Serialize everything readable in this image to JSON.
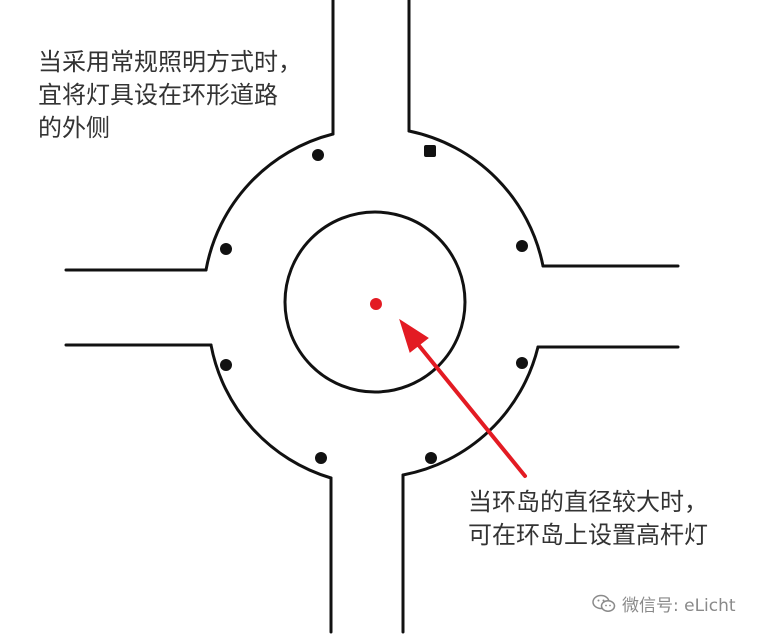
{
  "notes": {
    "outer_lights": [
      "当采用常规照明方式时，",
      "宜将灯具设在环形道路",
      "的外侧"
    ],
    "high_mast": [
      "当环岛的直径较大时，",
      "可在环岛上设置高杆灯"
    ]
  },
  "watermark": {
    "text": "微信号: eLicht",
    "icon": "wechat-icon"
  },
  "colors": {
    "road_line": "#111111",
    "lamp": "#111111",
    "high_mast": "#e31b23",
    "arrow": "#e31b23",
    "text": "#333333"
  },
  "lamps_count": 8
}
